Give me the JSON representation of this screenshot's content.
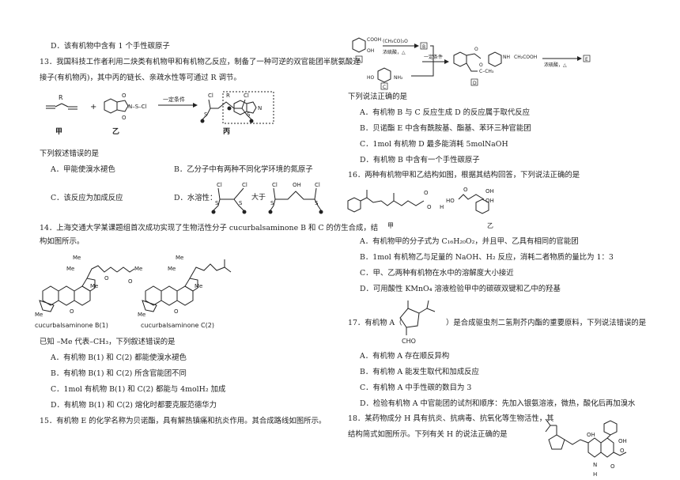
{
  "left": {
    "q12d": "D．该有机物中含有 1 个手性碳原子",
    "q13_l1": "13．我国科技工作者利用二炔类有机物甲和有机物乙反应，制备了一种可逆的双官能团半胱氨酸连",
    "q13_l2": "接子(有机物丙)，其中丙的链长、亲疏水性等可通过 R 调节。",
    "q13_fig": {
      "cond": "一定条件",
      "jia": "甲",
      "yi": "乙",
      "bing": "丙",
      "cl": "Cl",
      "r": "R",
      "o": "O",
      "n": "N",
      "s": "S",
      "nd": "N–S–Cl"
    },
    "q13_stem": "下列叙述错误的是",
    "q13_a": "A．甲能使溴水褪色",
    "q13_b": "B．乙分子中有两种不同化学环境的氮原子",
    "q13_c": "C．该反应为加成反应",
    "q13_d_pre": "D．水溶性：",
    "q13_d_mid": "大于",
    "q13_d_oh": "OH",
    "q14_l1": "14．上海交通大学某课题组首次成功实现了生物活性分子 cucurbalsaminone B 和 C 的仿生合成，结",
    "q14_l2": "构如图所示。",
    "q14_me": "Me",
    "q14_o": "O",
    "q14_nameB": "cucurbalsaminone B(1)",
    "q14_nameC": "cucurbalsaminone C(2)",
    "q14_known": "已知 –Me 代表–CH₃，下列叙述错误的是",
    "q14_a": "A．有机物 B(1) 和 C(2) 都能使溴水褪色",
    "q14_b": "B．有机物 B(1) 和 C(2) 所含官能团不同",
    "q14_c": "C．1mol 有机物 B(1) 和 C(2) 都能与 4molH₂ 加成",
    "q14_d": "D．有机物 B(1) 和 C(2) 熔化时都要克服范德华力",
    "q15_l1": "15．有机物 E 的化学名称为贝诺酯，具有解热镇痛和抗炎作用。其合成路线如图所示。"
  },
  "right": {
    "q15_fig": {
      "cooh": "COOH",
      "oh": "OH",
      "reag": "(CH₃CO)₂O",
      "cat": "浓硫酸，△",
      "cond": "一定条件",
      "a": "A",
      "b": "B",
      "c": "C",
      "d": "D",
      "e": "E",
      "ho": "HO",
      "nh2": "NH₂",
      "nh": "NH",
      "cch3": "C–CH₃",
      "ch2cooh": "CH₂COOH",
      "o": "O"
    },
    "q15_stem": "下列说法正确的是",
    "q15_a": "A．有机物 B 与 C 反应生成 D 的反应属于取代反应",
    "q15_b": "B．贝诺酯 E 中含有酰胺基、酯基、苯环三种官能团",
    "q15_c": "C．1mol 有机物 D 最多能消耗 5molNaOH",
    "q15_d": "D．有机物 B 中含有一个手性碳原子",
    "q16_l1": "16．两种有机物甲和乙结构如图，根据其结构回答，下列说法正确的是",
    "q16_fig": {
      "o": "O",
      "h": "H",
      "ho": "HO",
      "oh": "OH",
      "jia": "甲",
      "yi": "乙"
    },
    "q16_a": "A．有机物甲的分子式为 C₁₆H₂₀O₂，并且甲、乙具有相同的官能团",
    "q16_b": "B．1mol 有机物乙与足量的 NaOH、H₂ 反应，消耗二者物质的量比为 1：3",
    "q16_c": "C．甲、乙两种有机物在水中的溶解度大小接近",
    "q16_d": "D．可用酸性 KMnO₄ 溶液检验甲中的碳碳双键和乙中的羟基",
    "q17_pre": "17．有机物 A（",
    "q17_post": "）是合成驱虫剂二氢荆芥内酯的重要原料，下列说法错误的是",
    "q17_cho": "CHO",
    "q17_a": "A．有机物 A 存在顺反异构",
    "q17_b": "B．有机物 A 能发生取代和加成反应",
    "q17_c": "C．有机物 A 中手性碳的数目为 3",
    "q17_d": "D．检验有机物 A 中官能团的试剂和顺序：先加入银氨溶液，微热，酸化后再加溴水",
    "q18_l1": "18．某药物成分 H 具有抗炎、抗病毒、抗氧化等生物活性，其",
    "q18_l2": "结构简式如图所示。下列有关 H 的说法正确的是",
    "q18_fig": {
      "oh": "OH",
      "o": "O",
      "n": "N",
      "h": "H"
    }
  }
}
